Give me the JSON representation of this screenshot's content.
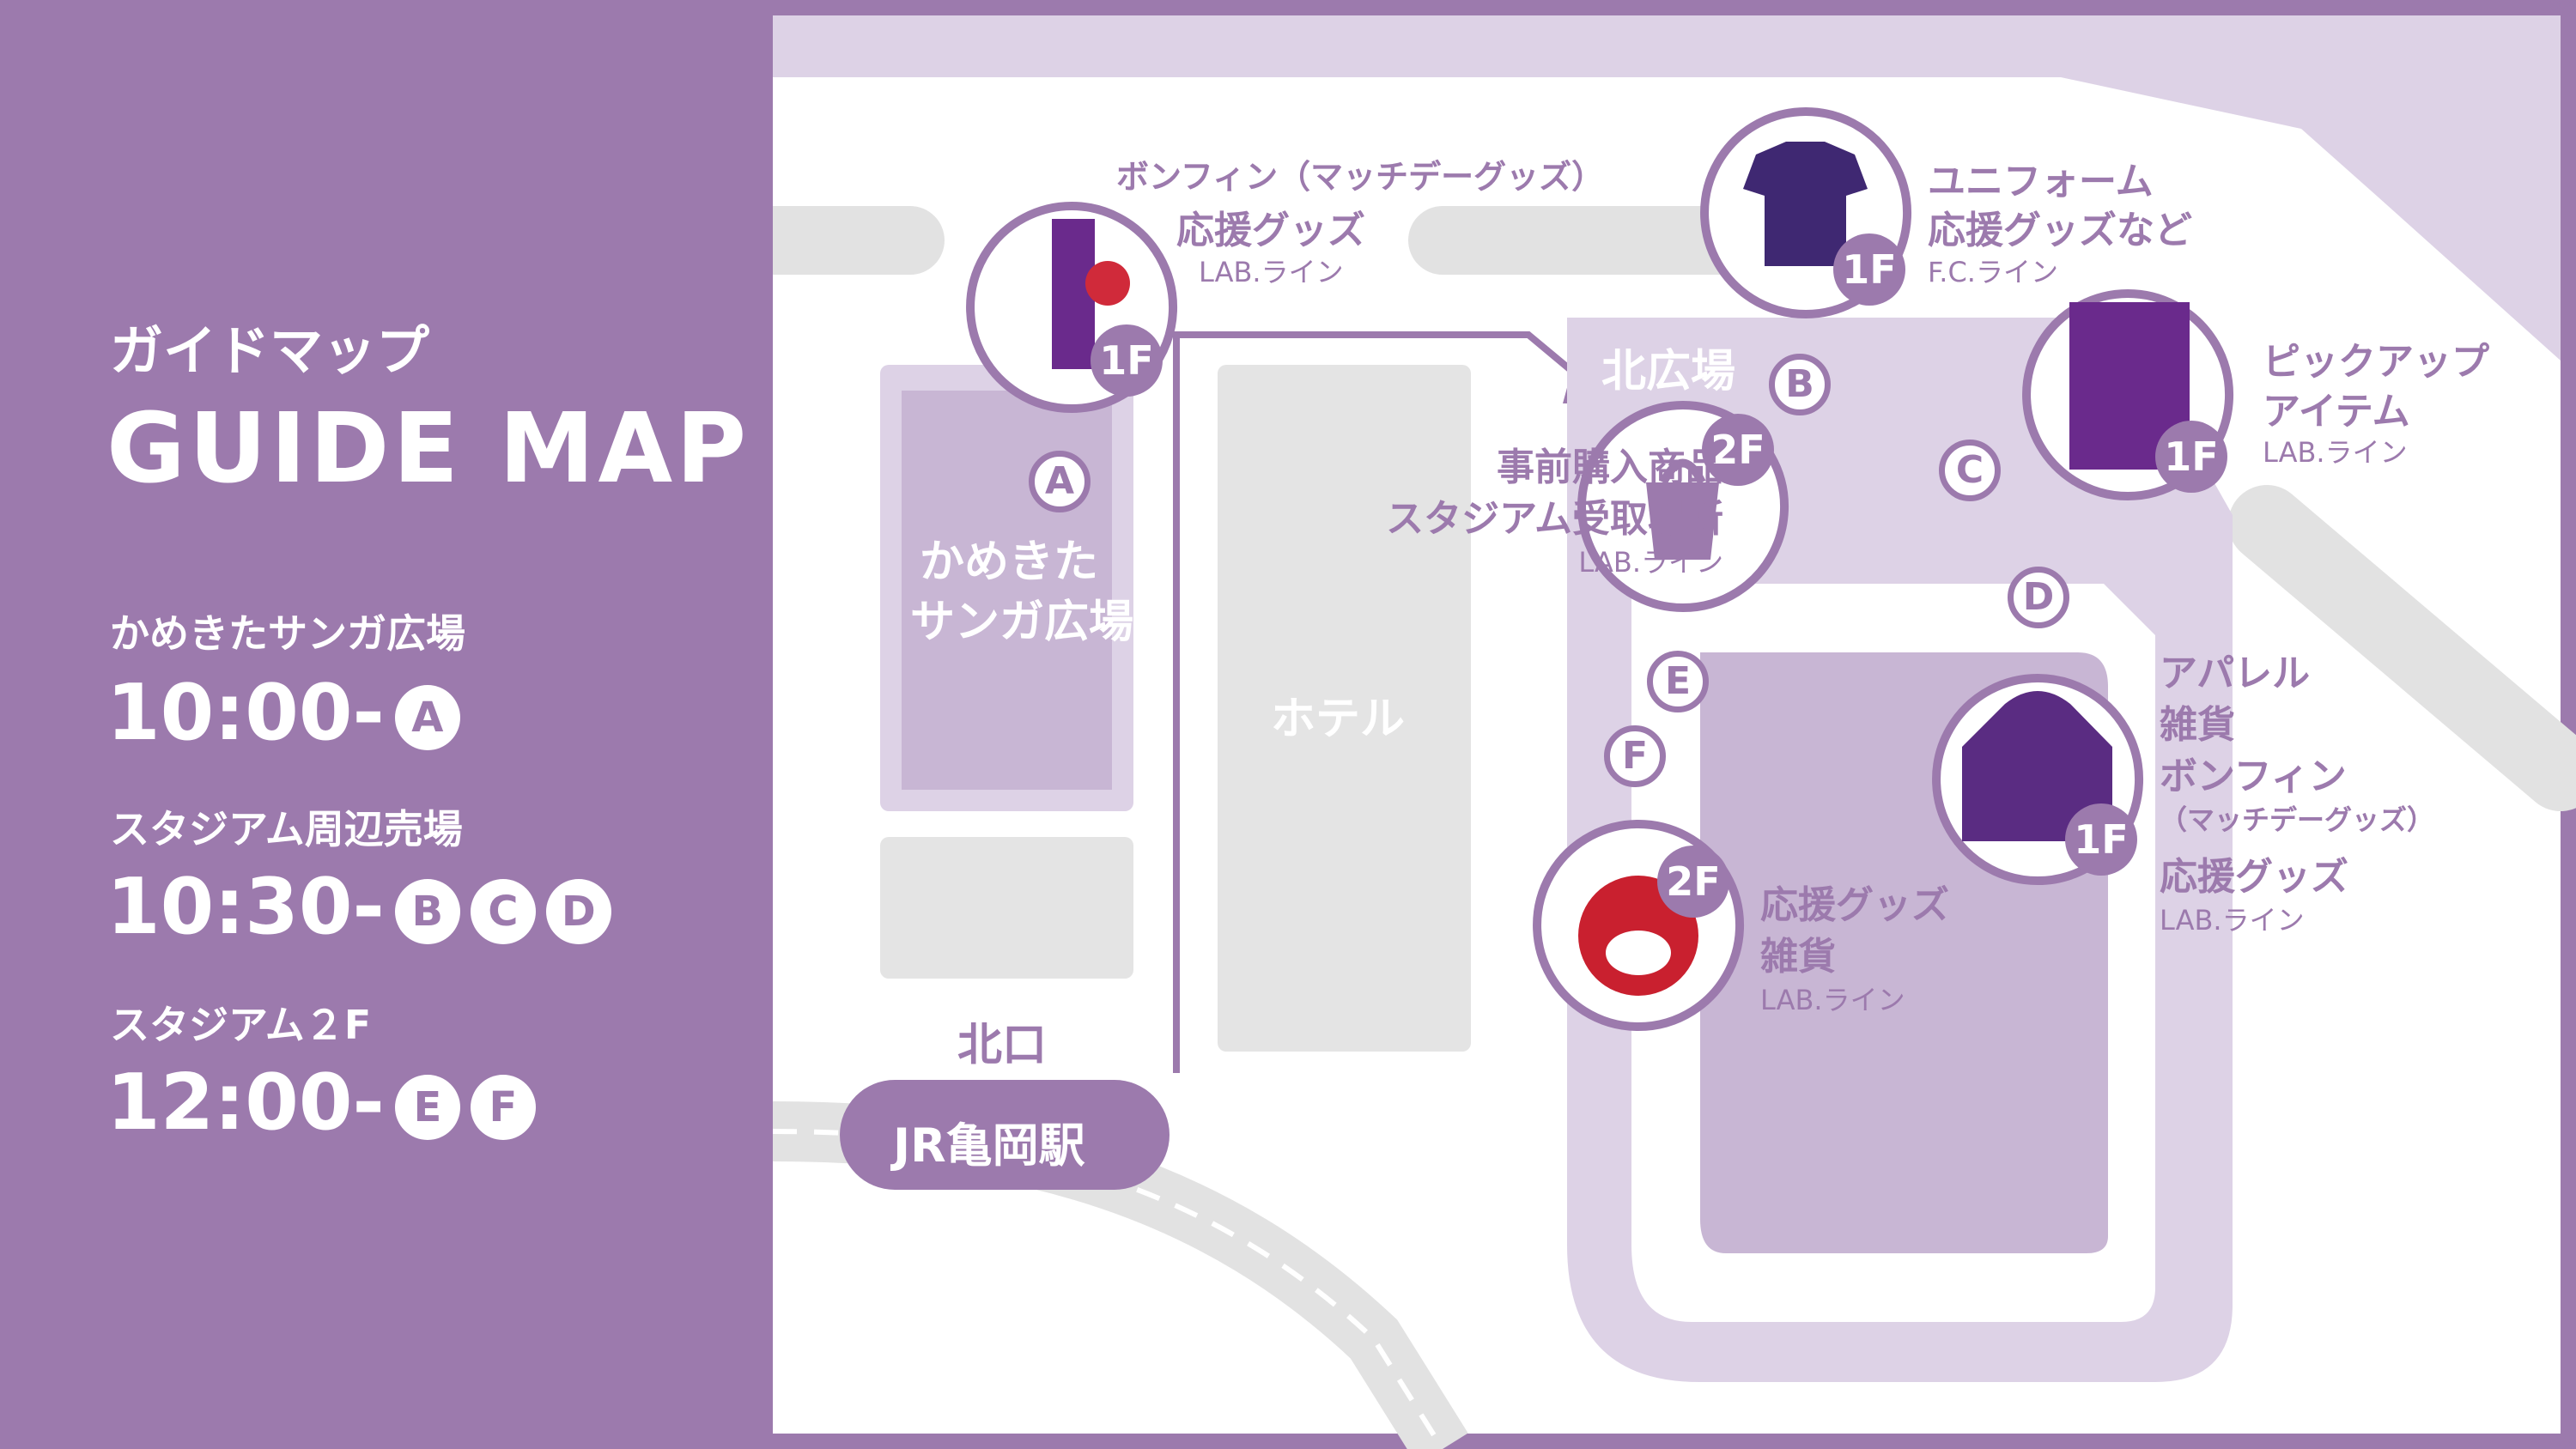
{
  "sidebar": {
    "title_jp": "ガイドマップ",
    "title_en": "GUIDE MAP",
    "sections": [
      {
        "label": "かめきたサンガ広場",
        "time": "10:00-",
        "markers": [
          "A"
        ]
      },
      {
        "label": "スタジアム周辺売場",
        "time": "10:30-",
        "markers": [
          "B",
          "C",
          "D"
        ]
      },
      {
        "label": "スタジアム２F",
        "time": "12:00-",
        "markers": [
          "E",
          "F"
        ]
      }
    ]
  },
  "map": {
    "places": {
      "plaza": "かめきた\nサンガ広場",
      "hotel": "ホテル",
      "north_plaza": "北広場",
      "north_exit": "北口",
      "station": "JR亀岡駅"
    },
    "markers": {
      "A": {
        "letter": "A",
        "floor": "1F",
        "line1": "ボンフィン（マッチデーグッズ）",
        "line2": "応援グッズ",
        "line3": "LAB.ライン",
        "icon": "towel-icon"
      },
      "B": {
        "letter": "B",
        "floor": "1F",
        "line1": "ユニフォーム",
        "line2": "応援グッズなど",
        "line3": "F.C.ライン",
        "icon": "jersey-icon"
      },
      "C": {
        "letter": "C",
        "floor": "1F",
        "line1": "ピックアップ",
        "line2": "アイテム",
        "line3": "LAB.ライン",
        "icon": "scarf-icon"
      },
      "D": {
        "letter": "D",
        "floor": "1F",
        "line1": "アパレル",
        "line2": "雑貨",
        "line3": "ボンフィン",
        "line4": "（マッチデーグッズ）",
        "line5": "応援グッズ",
        "line6": "LAB.ライン",
        "icon": "hoodie-icon"
      },
      "E": {
        "letter": "E",
        "floor": "2F",
        "line1": "事前購入商品",
        "line2": "スタジアム受取場所",
        "line3": "LAB.ライン",
        "icon": "shopping-bag-icon"
      },
      "F": {
        "letter": "F",
        "floor": "2F",
        "line1": "応援グッズ",
        "line2": "雑貨",
        "line3": "LAB.ライン",
        "icon": "mascot-icon"
      }
    }
  },
  "colors": {
    "accent": "#9c7aad",
    "light": "#ddd2e6",
    "mid": "#c8b6d4",
    "road": "#e4e4e4",
    "white": "#ffffff"
  }
}
